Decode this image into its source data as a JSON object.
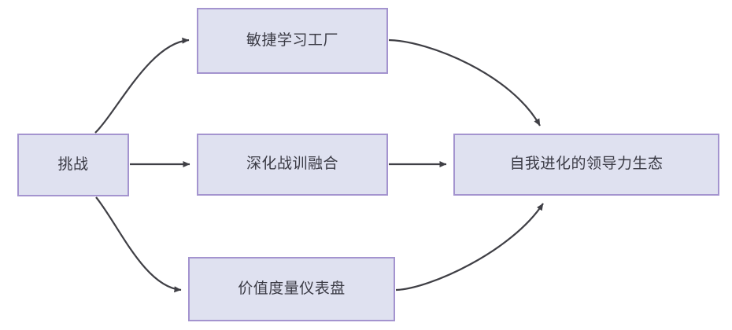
{
  "diagram": {
    "type": "flow-diagram",
    "background_color": "#ffffff",
    "node_fill_color": "#dfe1f0",
    "node_border_color": "#a494cf",
    "node_text_color": "#3b3b45",
    "edge_color": "#3f3f45",
    "nodes": [
      {
        "id": "challenge",
        "label": "挑战"
      },
      {
        "id": "agile_factory",
        "label": "敏捷学习工厂"
      },
      {
        "id": "deep_training",
        "label": "深化战训融合"
      },
      {
        "id": "value_dash",
        "label": "价值度量仪表盘"
      },
      {
        "id": "leadership_eco",
        "label": "自我进化的领导力生态"
      }
    ],
    "edges": [
      {
        "id": "e1",
        "from": "challenge",
        "to": "agile_factory",
        "style": "curved",
        "label": ""
      },
      {
        "id": "e2",
        "from": "challenge",
        "to": "deep_training",
        "style": "straight",
        "label": ""
      },
      {
        "id": "e3",
        "from": "challenge",
        "to": "value_dash",
        "style": "curved",
        "label": ""
      },
      {
        "id": "e4",
        "from": "agile_factory",
        "to": "leadership_eco",
        "style": "curved",
        "label": ""
      },
      {
        "id": "e5",
        "from": "deep_training",
        "to": "leadership_eco",
        "style": "straight",
        "label": ""
      },
      {
        "id": "e6",
        "from": "value_dash",
        "to": "leadership_eco",
        "style": "curved",
        "label": ""
      }
    ]
  }
}
